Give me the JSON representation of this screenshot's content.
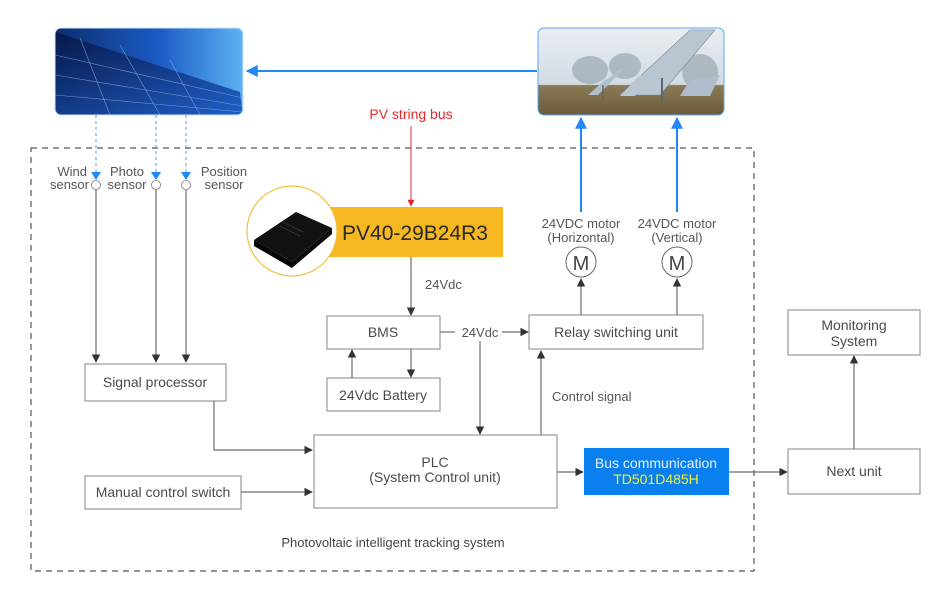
{
  "diagram": {
    "title": "Photovoltaic intelligent tracking system",
    "pv_string_bus": "PV string bus",
    "converter": {
      "model": "PV40-29B24R3",
      "color": "#f5b820"
    },
    "sensors": [
      {
        "line1": "Wind",
        "line2": "sensor"
      },
      {
        "line1": "Photo",
        "line2": "sensor"
      },
      {
        "line1": "Position",
        "line2": "sensor"
      }
    ],
    "motors": [
      {
        "line1": "24VDC motor",
        "line2": "(Horizontal)",
        "symbol": "M"
      },
      {
        "line1": "24VDC motor",
        "line2": "(Vertical)",
        "symbol": "M"
      }
    ],
    "edges": {
      "converter_to_bms": "24Vdc",
      "bms_out": "24Vdc",
      "control_signal": "Control signal"
    },
    "boxes": {
      "bms": "BMS",
      "battery": "24Vdc Battery",
      "relay": "Relay switching unit",
      "signal_processor": "Signal processor",
      "manual_switch": "Manual control switch",
      "plc_line1": "PLC",
      "plc_line2": "(System Control unit)",
      "bus_line1": "Bus communication",
      "bus_line2": "TD501D485H",
      "monitoring_line1": "Monitoring",
      "monitoring_line2": "System",
      "next_unit": "Next unit"
    },
    "colors": {
      "accent_blue": "#1e88f5",
      "bus_box": "#0a7ff0",
      "bus_model_text": "#f5f032",
      "pv_bus_red": "#e83030"
    },
    "images": {
      "solar_panel": "solar-panel-photo",
      "tracker_field": "solar-tracker-field-photo"
    }
  }
}
